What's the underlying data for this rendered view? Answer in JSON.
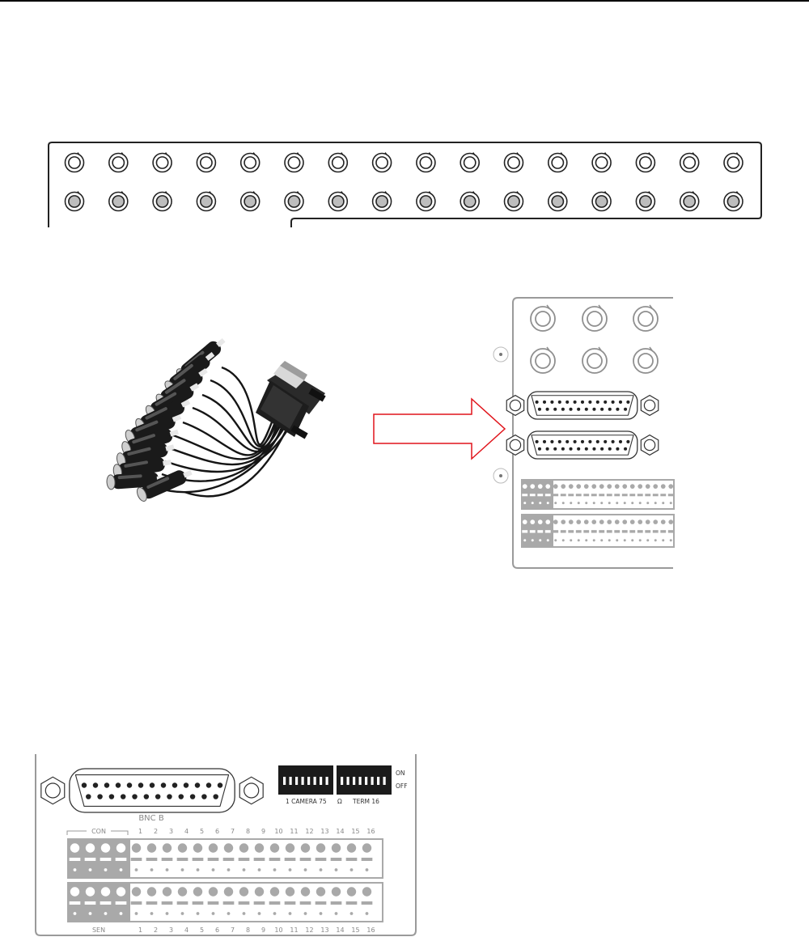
{
  "figure": {
    "bnc_panel": {
      "columns": 16,
      "rows": 2
    },
    "rear_panel": {
      "bnc_rows": 2,
      "bnc_columns": 3,
      "dsub_count": 2,
      "terminal_blocks": 2,
      "arrow_color": "#e0141b"
    },
    "io_panel": {
      "dsub_label": "BNC B",
      "dip_label_1": "1 CAMERA 75",
      "ohm_symbol": "Ω",
      "dip_label_2": "TERM 16",
      "on_label": "ON",
      "off_label": "OFF",
      "con_label": "CON",
      "sen_label": "SEN",
      "top_numbers": [
        "1",
        "2",
        "3",
        "4",
        "5",
        "6",
        "7",
        "8",
        "9",
        "10",
        "11",
        "12",
        "13",
        "14",
        "15",
        "16"
      ],
      "bottom_numbers": [
        "1",
        "2",
        "3",
        "4",
        "5",
        "6",
        "7",
        "8",
        "9",
        "10",
        "11",
        "12",
        "13",
        "14",
        "15",
        "16"
      ]
    }
  },
  "colors": {
    "panel_outline": "#222222",
    "gray_panel": "#a9a9a9",
    "connector_gray": "#bdbdbd",
    "light_outline": "#9a9a9a",
    "cable_black": "#151515"
  }
}
